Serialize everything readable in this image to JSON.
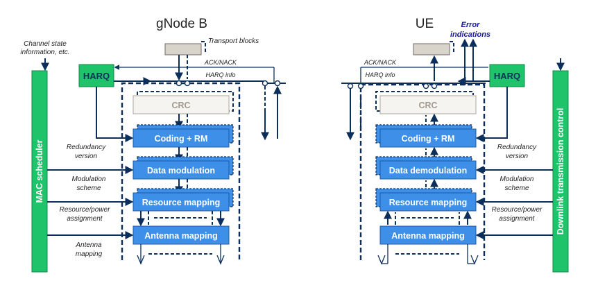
{
  "left": {
    "title": "gNode B",
    "transport_blocks": "Transport blocks",
    "ack_nack": "ACK/NACK",
    "harq_info": "HARQ info",
    "harq": "HARQ",
    "crc": "CRC",
    "blocks": [
      "Coding + RM",
      "Data modulation",
      "Resource mapping",
      "Antenna mapping"
    ],
    "scheduler": "MAC scheduler",
    "channel_state": [
      "Channel state",
      "information, etc."
    ],
    "inputs": [
      [
        "Redundancy",
        "version"
      ],
      [
        "Modulation",
        "scheme"
      ],
      [
        "Resource/power",
        "assignment"
      ],
      [
        "Antenna",
        "mapping"
      ]
    ]
  },
  "right": {
    "title": "UE",
    "error_indications": [
      "Error",
      "indications"
    ],
    "ack_nack": "ACK/NACK",
    "harq_info": "HARQ info",
    "harq": "HARQ",
    "crc": "CRC",
    "blocks": [
      "Coding + RM",
      "Data demodulation",
      "Resource mapping",
      "Antenna mapping"
    ],
    "control": "Downlink transmission control",
    "inputs": [
      [
        "Redundancy",
        "version"
      ],
      [
        "Modulation",
        "scheme"
      ],
      [
        "Resource/power",
        "assignment"
      ]
    ]
  },
  "colors": {
    "block_blue": "#3d8fe8",
    "harq_green": "#1ec36a",
    "line_navy": "#0b2f5a",
    "error_text": "#1a1a9a"
  }
}
